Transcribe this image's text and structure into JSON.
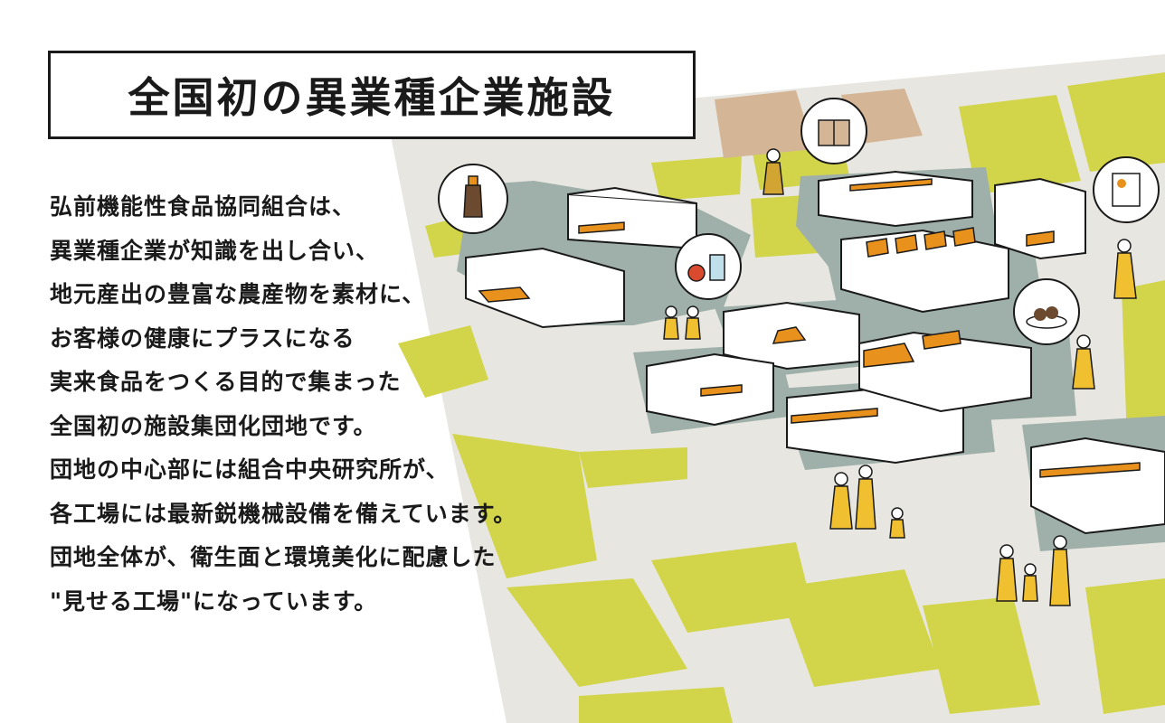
{
  "title": "全国初の異業種企業施設",
  "body_lines": [
    "弘前機能性食品協同組合は、",
    "異業種企業が知識を出し合い、",
    "地元産出の豊富な農産物を素材に、",
    "お客様の健康にプラスになる",
    "実来食品をつくる目的で集まった",
    "全国初の施設集団化団地です。",
    "団地の中心部には組合中央研究所が、",
    "各工場には最新鋭機械設備を備えています。",
    "団地全体が、衛生面と環境美化に配慮した",
    "\"見せる工場\"になっています。"
  ],
  "colors": {
    "road": "#e8e6e1",
    "green": "#d2d54a",
    "lot": "#9fb0ab",
    "brown": "#d4b596",
    "accent": "#e8911c",
    "ink": "#1a1a1a"
  },
  "icons": {
    "soy-sauce": "soy-sauce-bottle-icon",
    "gift": "gift-box-icon",
    "report": "report-chart-icon",
    "lab": "apple-beaker-icon",
    "food": "food-plate-icon"
  }
}
